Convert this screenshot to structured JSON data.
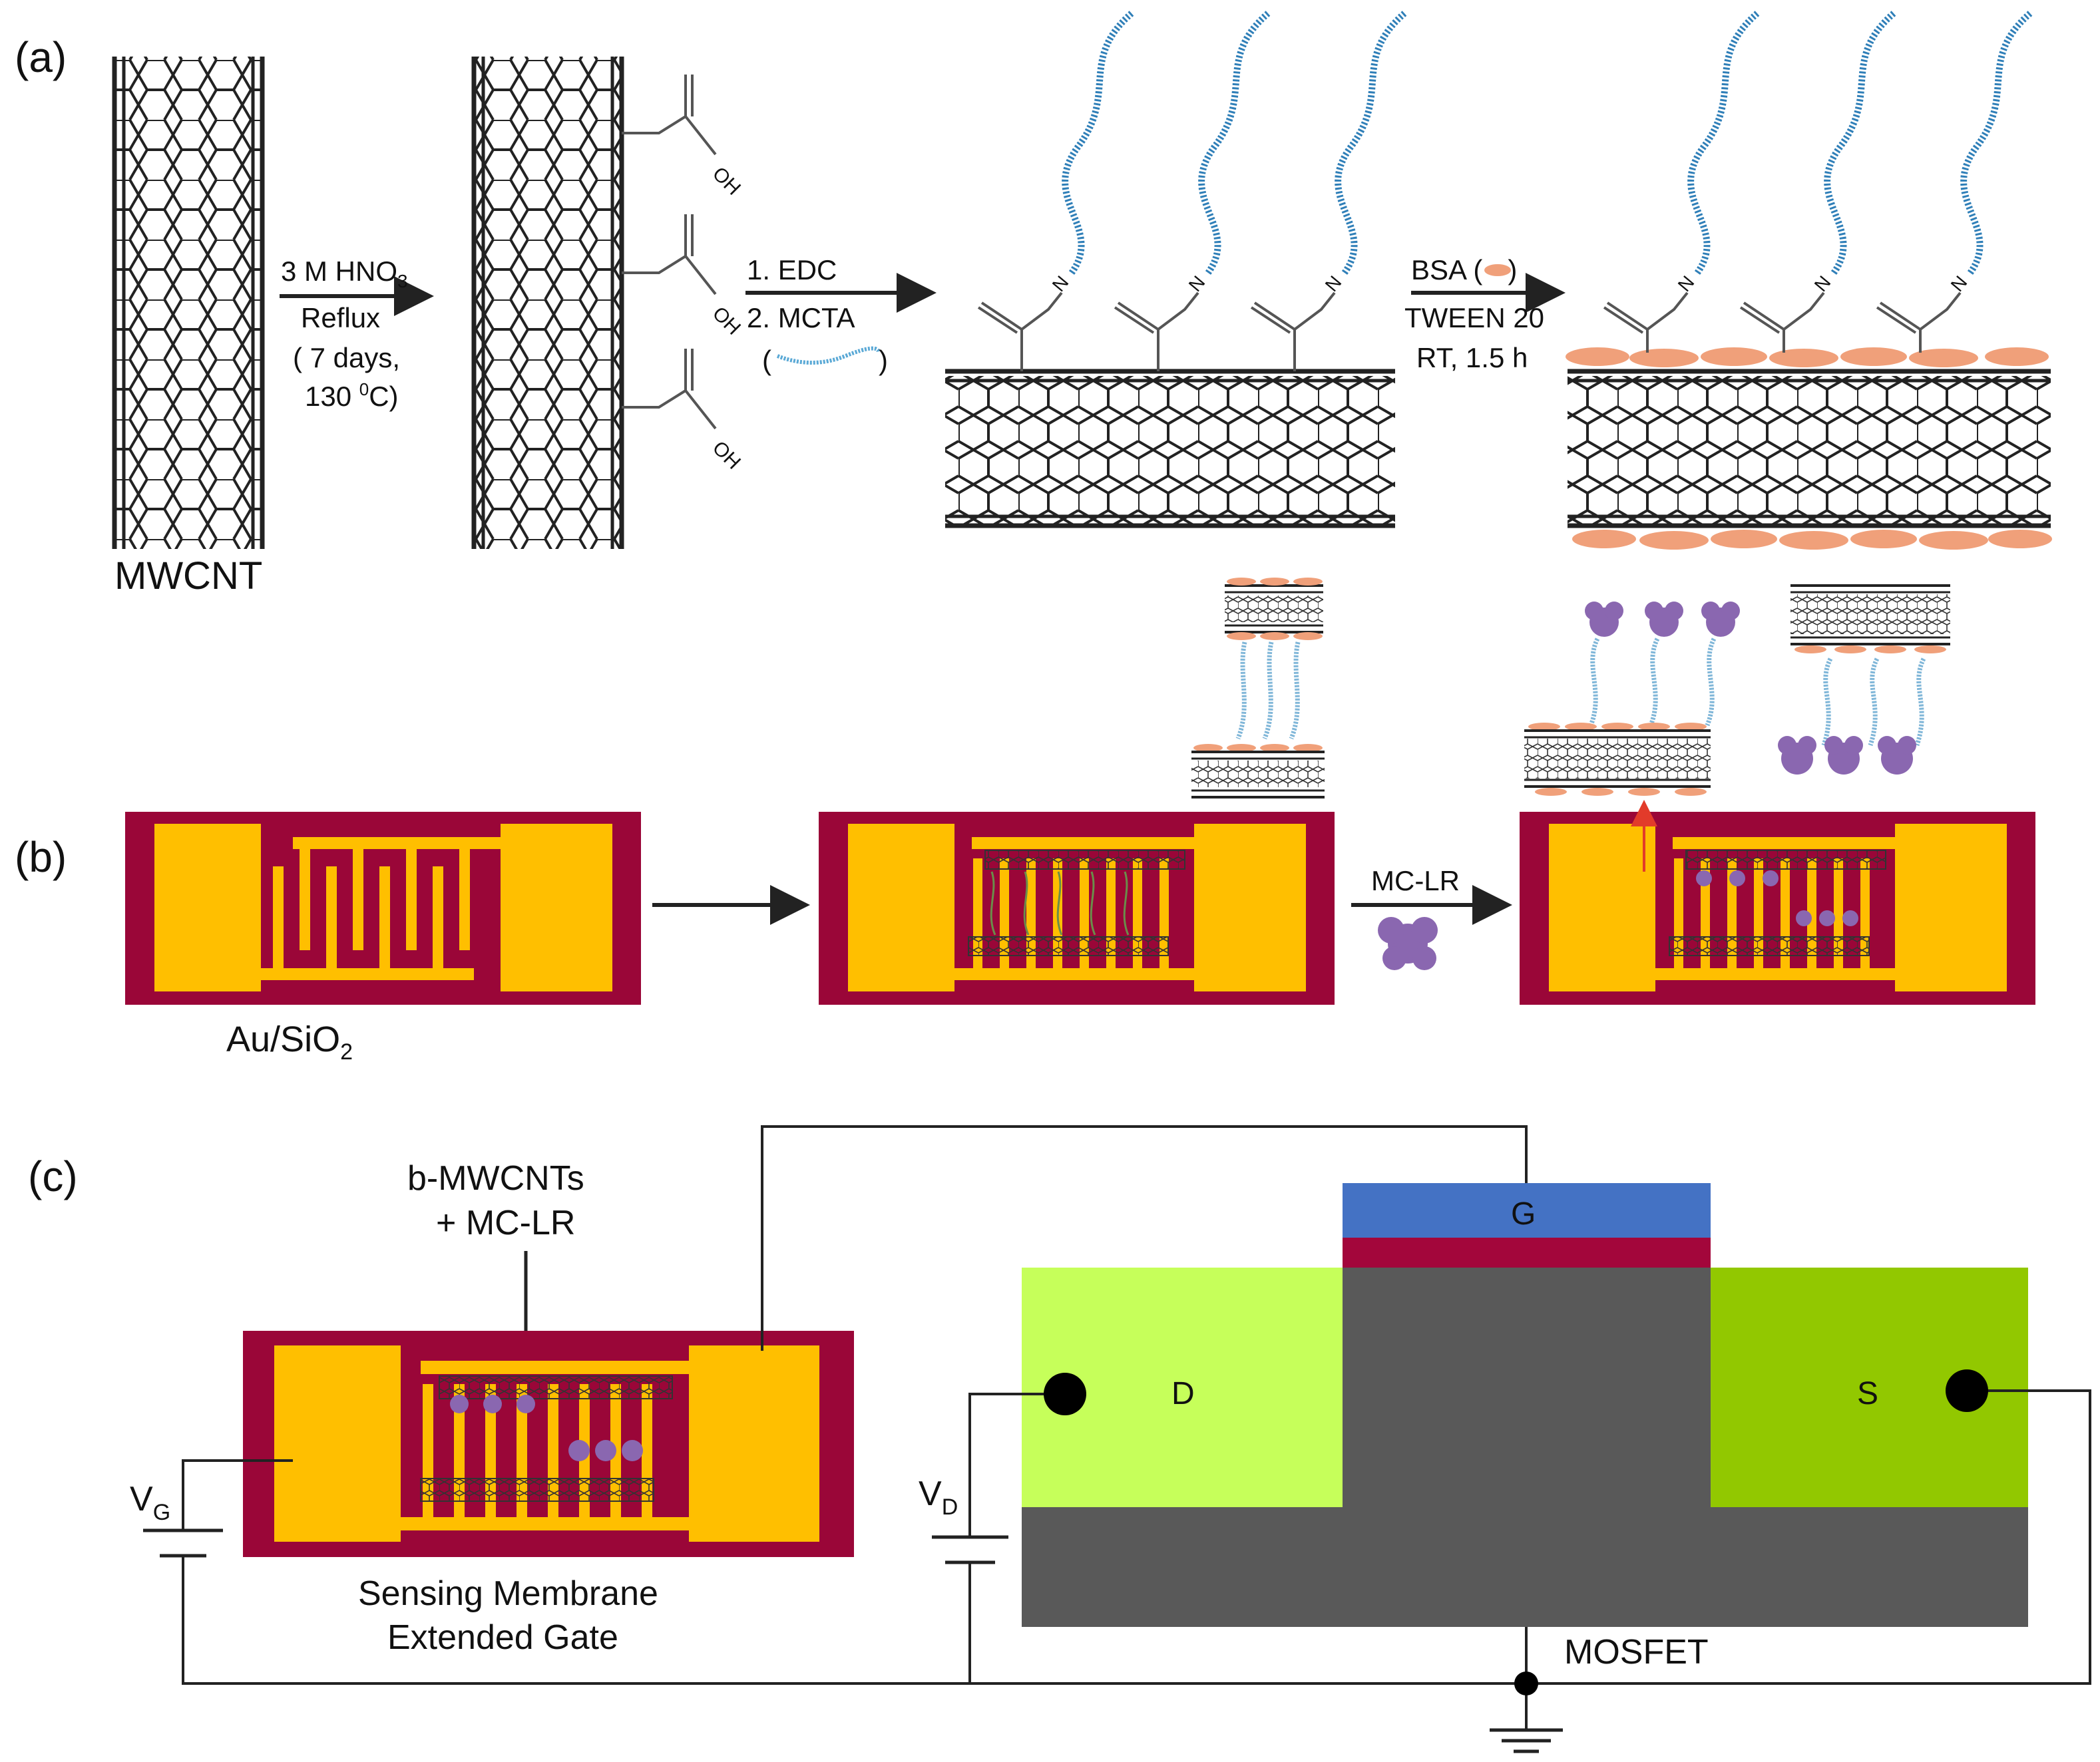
{
  "panels": {
    "a": {
      "label": "(a)",
      "mwcnt_label": "MWCNT",
      "step1": {
        "reagent_main": "3 M HNO",
        "reagent_sub": "3",
        "line2": "Reflux",
        "line3": "( 7 days,",
        "line4_main": "130 ",
        "line4_sup": "0",
        "line4_end": "C)"
      },
      "step2": {
        "line1": "1. EDC",
        "line2": "2. MCTA",
        "bracket_open": "(",
        "bracket_close": ")"
      },
      "step3": {
        "line1_start": "BSA (",
        "line1_end": ")",
        "line2": "TWEEN 20",
        "line3": "RT, 1.5 h"
      },
      "atoms": {
        "oh": "OH",
        "n": "N"
      }
    },
    "b": {
      "label": "(b)",
      "substrate_main": "Au/SiO",
      "substrate_sub": "2",
      "step_label": "MC-LR"
    },
    "c": {
      "label": "(c)",
      "top_label_1": "b-MWCNTs",
      "top_label_2": "+ MC-LR",
      "membrane_label_1": "Sensing Membrane",
      "membrane_label_2": "Extended Gate",
      "vg_main": "V",
      "vg_sub": "G",
      "vd_main": "V",
      "vd_sub": "D",
      "gate": "G",
      "drain": "D",
      "source": "S",
      "mosfet": "MOSFET"
    }
  },
  "colors": {
    "maroon": "#9a0638",
    "gold": "#ffbf00",
    "gate_blue": "#4472c4",
    "oxide_red": "#a3063b",
    "substrate_gray": "#595959",
    "drain_green": "#c6ff5a",
    "source_green": "#92c800",
    "strand_blue": "#2f7fb8",
    "bsa_orange": "#f0a07a",
    "toxin_purple": "#8a67b0",
    "cnt_black": "#222222"
  }
}
